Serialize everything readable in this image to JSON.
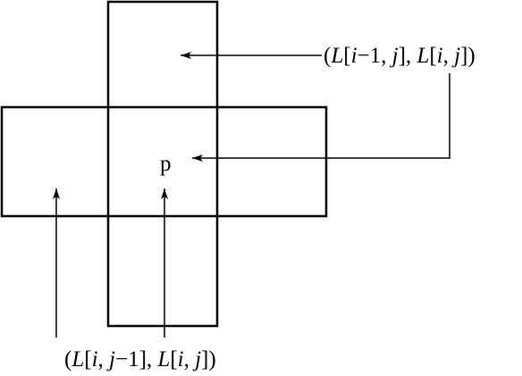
{
  "diagram": {
    "center_label": "p",
    "top_label": {
      "open": "(",
      "L1": "L",
      "b1": "[",
      "i1": "i",
      "m1": "−1, ",
      "j1": "j",
      "c1": "], ",
      "L2": "L",
      "b2": "[",
      "i2": "i",
      "comma2": ", ",
      "j2": "j",
      "close": "])"
    },
    "bottom_label": {
      "open": "(",
      "L1": "L",
      "b1": "[",
      "i1": "i",
      "comma1": ", ",
      "j1": "j",
      "m1": "−1], ",
      "L2": "L",
      "b2": "[",
      "i2": "i",
      "comma2": ", ",
      "j2": "j",
      "close": "])"
    }
  }
}
